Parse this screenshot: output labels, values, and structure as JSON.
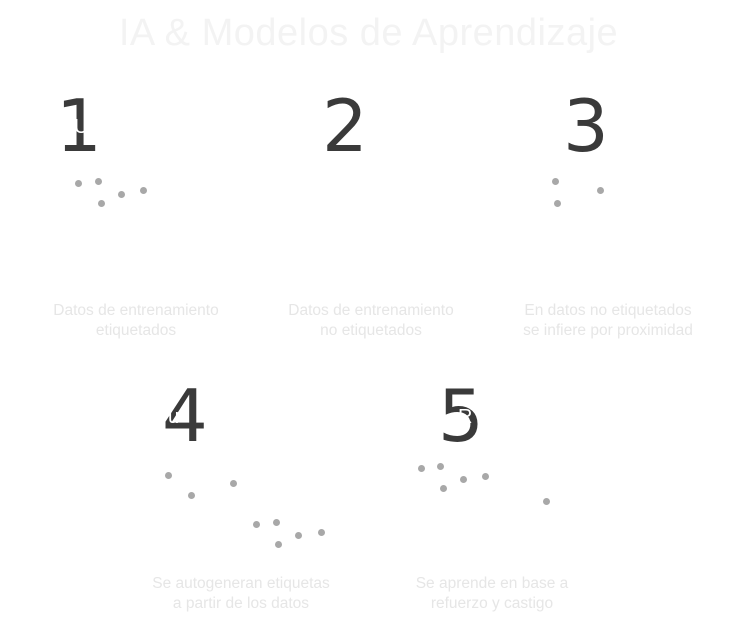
{
  "title": "IA & Modelos de Aprendizaje",
  "panels": [
    {
      "number": "1",
      "overlay": "U",
      "caption": [
        "Datos de entrenamiento",
        "etiquetados"
      ],
      "dot_color": "#a8a8a8"
    },
    {
      "number": "2",
      "overlay": "",
      "caption": [
        "Datos de entrenamiento",
        "no etiquetados"
      ],
      "dot_color": "#a8a8a8"
    },
    {
      "number": "3",
      "overlay": "",
      "caption": [
        "En datos no etiquetados",
        "se infiere por proximidad"
      ],
      "dot_color": "#a8a8a8"
    },
    {
      "number": "4",
      "overlay": "u",
      "caption": [
        "Se autogeneran etiquetas",
        "a partir de los datos"
      ],
      "dot_color": "#a8a8a8"
    },
    {
      "number": "5",
      "overlay": "R",
      "caption": [
        "Se aprende en base a",
        "refuerzo y castigo"
      ],
      "dot_color": "#a8a8a8"
    }
  ],
  "colors": {
    "number": "#3a3a3a",
    "caption": "#e6e6e6",
    "title": "#f3f3f3",
    "dot": "#a8a8a8"
  }
}
